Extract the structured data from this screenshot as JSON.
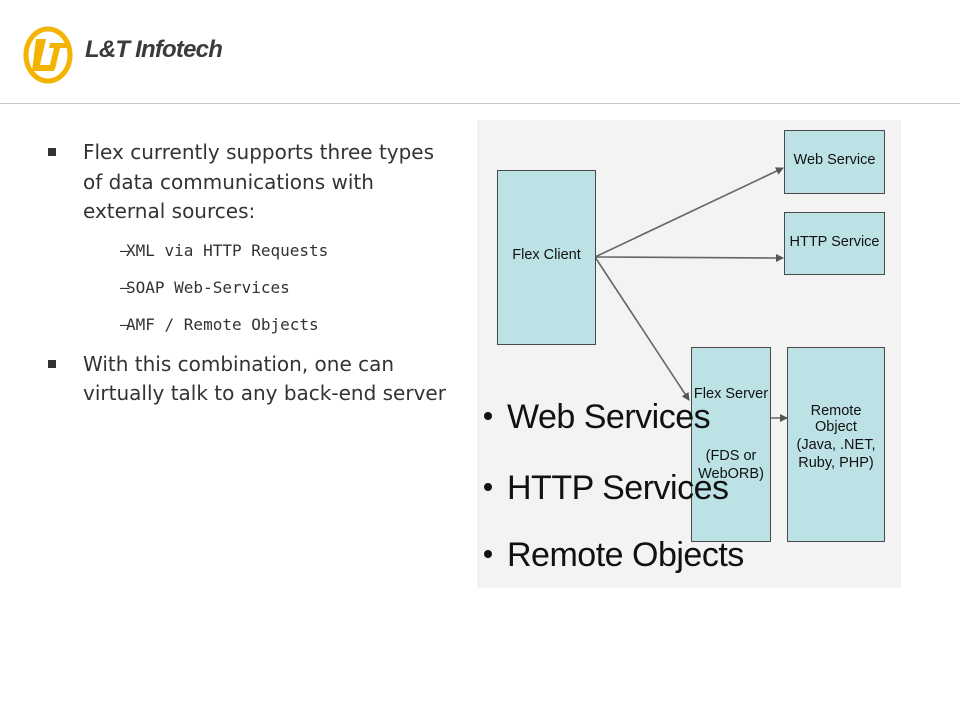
{
  "logo": {
    "text": "L&T Infotech",
    "colors": {
      "ring": "#f2b400",
      "text": "#3b3b3b"
    }
  },
  "bullets": [
    {
      "text": "Flex currently supports three types of data communications with external sources:",
      "sub": [
        "XML via HTTP Requests",
        "SOAP Web-Services",
        "AMF / Remote Objects"
      ]
    },
    {
      "text": "With this combination, one can virtually talk to any back-end server",
      "sub": []
    }
  ],
  "sub_marker": "–",
  "diagram": {
    "boxes": {
      "flex_client": "Flex Client",
      "web_service": "Web Service",
      "http_service": "HTTP Service",
      "flex_server_1": "Flex Server",
      "flex_server_2": "(FDS or",
      "flex_server_3": "WebORB)",
      "remote_1": "Remote Object",
      "remote_2": "(Java, .NET,",
      "remote_3": "Ruby, PHP)"
    },
    "list": [
      "Web Services",
      "HTTP Services",
      "Remote Objects"
    ],
    "box_color": "#bde2e6",
    "background": "#f3f3f3"
  }
}
